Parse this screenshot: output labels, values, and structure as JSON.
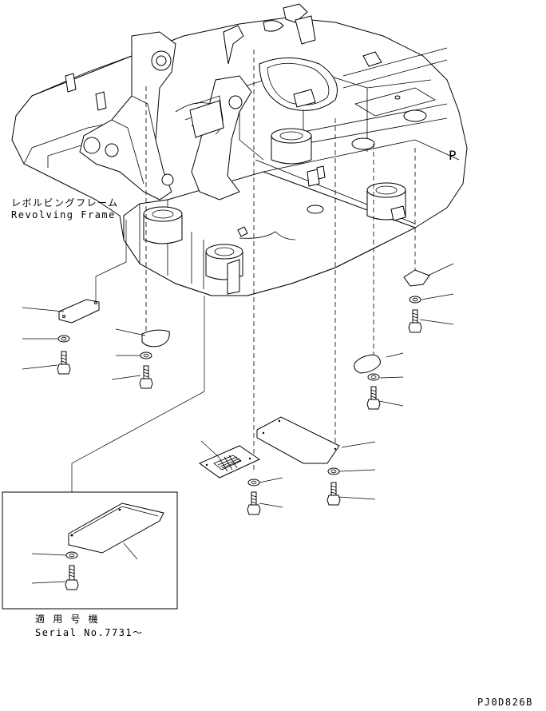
{
  "frame_label": {
    "japanese": "レボルビングフレーム",
    "english": "Revolving Frame"
  },
  "frame_marking": "P",
  "serial_note": {
    "japanese": "適 用 号 機",
    "english": "Serial No.7731～"
  },
  "drawing_code": "PJ0D826B"
}
